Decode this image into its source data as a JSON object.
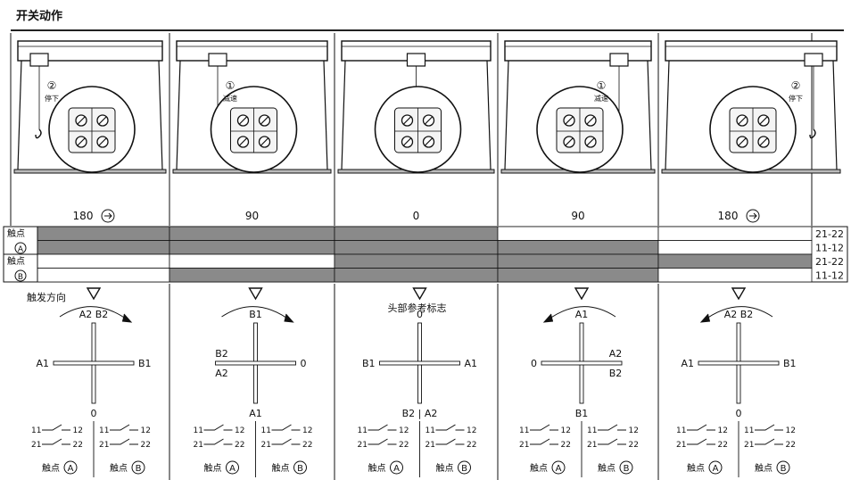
{
  "title": "开关动作",
  "columns": [
    {
      "angle": "180",
      "arrow": true,
      "panel_label": "停下",
      "panel_num": "②",
      "dial": {
        "top": "A2  B2",
        "left": "A1",
        "right": "B1",
        "bottom": "0",
        "left2": "",
        "right2": "",
        "bottom2": ""
      },
      "dir_label": "触发方向",
      "arc": "right"
    },
    {
      "angle": "90",
      "arrow": false,
      "panel_label": "减速",
      "panel_num": "①",
      "dial": {
        "top": "B1",
        "left": "B2",
        "left2": "A2",
        "right": "0",
        "bottom": "A1",
        "right2": "",
        "bottom2": ""
      },
      "dir_label": "",
      "arc": "right"
    },
    {
      "angle": "0",
      "arrow": false,
      "panel_label": "",
      "panel_num": "",
      "dial": {
        "top": "0",
        "left": "B1",
        "right": "A1",
        "bottom": "B2  |  A2",
        "left2": "",
        "right2": "",
        "bottom2": ""
      },
      "dir_label": "头部参考标志",
      "arc": "none"
    },
    {
      "angle": "90",
      "arrow": false,
      "panel_label": "减速",
      "panel_num": "①",
      "dial": {
        "top": "A1",
        "left": "0",
        "right": "A2",
        "right2": "B2",
        "bottom": "B1",
        "left2": "",
        "bottom2": ""
      },
      "dir_label": "",
      "arc": "left"
    },
    {
      "angle": "180",
      "arrow": true,
      "panel_label": "停下",
      "panel_num": "②",
      "dial": {
        "top": "A2  B2",
        "left": "A1",
        "right": "B1",
        "bottom": "0",
        "left2": "",
        "right2": "",
        "bottom2": ""
      },
      "dir_label": "",
      "arc": "left"
    }
  ],
  "table": {
    "contact_a_label": "触点",
    "contact_a_mark": "A",
    "contact_b_label": "触点",
    "contact_b_mark": "B",
    "row_labels": [
      "21-22",
      "11-12",
      "21-22",
      "11-12"
    ],
    "fill": [
      [
        1,
        1,
        1,
        0,
        0
      ],
      [
        1,
        1,
        1,
        1,
        0
      ],
      [
        0,
        0,
        1,
        1,
        1
      ],
      [
        0,
        1,
        1,
        1,
        0
      ]
    ],
    "fill_color": "#8a8a8a"
  },
  "contacts": {
    "num_11": "11",
    "num_12": "12",
    "num_21": "21",
    "num_22": "22",
    "label_a": "触点",
    "mark_a": "A",
    "label_b": "触点",
    "mark_b": "B"
  }
}
